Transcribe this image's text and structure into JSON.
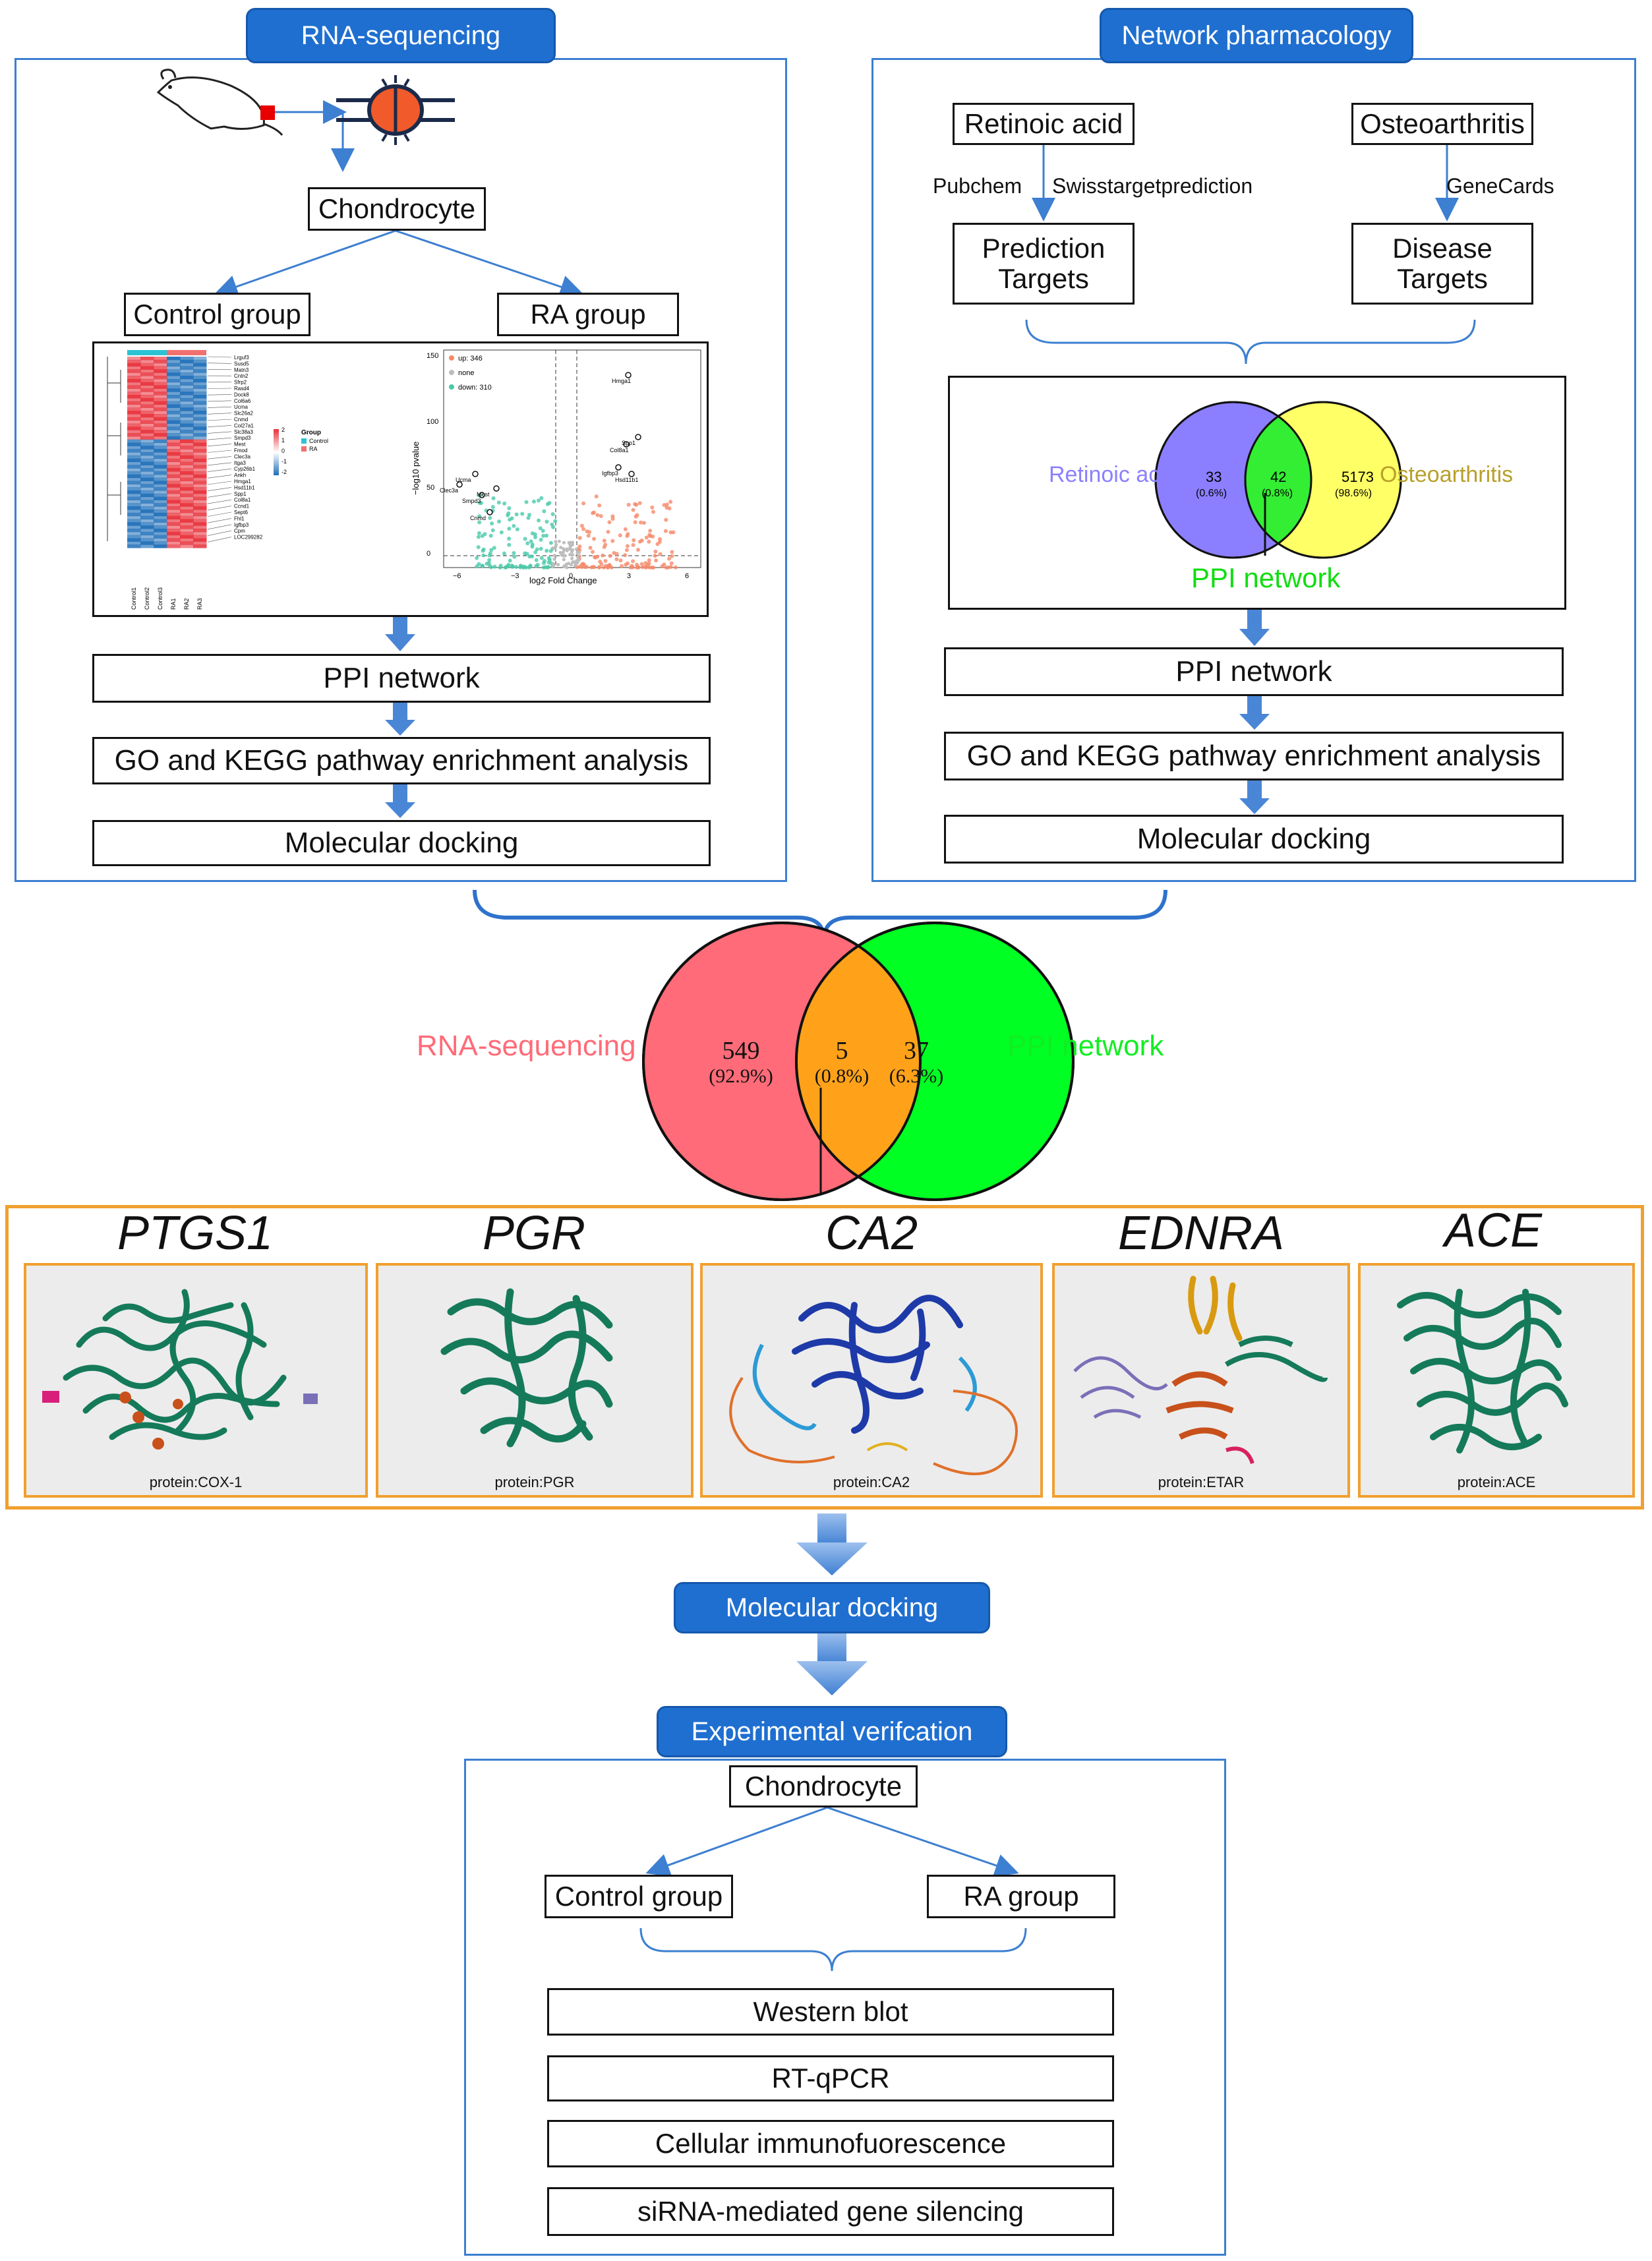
{
  "left_panel": {
    "title": "RNA-sequencing",
    "chondrocyte": "Chondrocyte",
    "control_group": "Control group",
    "ra_group": "RA group",
    "steps": [
      "PPI network",
      "GO and KEGG pathway enrichment analysis",
      "Molecular docking"
    ],
    "heatmap": {
      "legend_title": "Group",
      "legend_items": [
        "Control",
        "RA"
      ],
      "legend_scale": [
        "2",
        "1",
        "0",
        "-1",
        "-2"
      ],
      "samples": [
        "Control1",
        "Control2",
        "Control3",
        "RA1",
        "RA2",
        "RA3"
      ],
      "genes": [
        "Lrguf3",
        "Susd5",
        "Matn3",
        "Cntn2",
        "Sfrp2",
        "Rasd4",
        "Dock8",
        "Col6a6",
        "Ucma",
        "Slc26a2",
        "Cnmd",
        "Col27a1",
        "Slc38a3",
        "Smpd3",
        "Mest",
        "Fmod",
        "Clec3a",
        "Itga3",
        "Cyp26b1",
        "Ankh",
        "Hmga1",
        "Hsd11b1",
        "Spp1",
        "Col8a1",
        "Ccnd1",
        "Sept6",
        "Fhl1",
        "Igfbp3",
        "Cpm",
        "LOC299282"
      ],
      "colors": {
        "control": "#2bc3d4",
        "ra": "#f07070",
        "high": "#e8303a",
        "low": "#1f6fb8"
      }
    },
    "volcano": {
      "xlabel": "log2 Fold Change",
      "ylabel": "−log10 pvalue",
      "legend": [
        {
          "label": "up: 346",
          "color": "#f58a6a"
        },
        {
          "label": "none",
          "color": "#bdbdbd"
        },
        {
          "label": "down: 310",
          "color": "#4ac9aa"
        }
      ],
      "xticks": [
        "−6",
        "−3",
        "0",
        "3",
        "6"
      ],
      "yticks": [
        "150",
        "100",
        "50",
        "0"
      ],
      "labels": [
        "Hmga1",
        "Spp1",
        "Col8a1",
        "Igfbp3",
        "Hsd11b1",
        "Ucma",
        "Clec3a",
        "Mest",
        "Smpd3",
        "Cnmd"
      ]
    }
  },
  "right_panel": {
    "title": "Network pharmacology",
    "retinoic_acid": "Retinoic acid",
    "osteoarthritis": "Osteoarthritis",
    "pubchem": "Pubchem",
    "swiss": "Swisstargetprediction",
    "genecards": "GeneCards",
    "prediction_targets": "Prediction Targets",
    "disease_targets": "Disease Targets",
    "venn": {
      "left_label": "Retinoic acid",
      "right_label": "Osteoarthritis",
      "left_count": "33",
      "left_pct": "(0.6%)",
      "mid_count": "42",
      "mid_pct": "(0.8%)",
      "right_count": "5173",
      "right_pct": "(98.6%)",
      "bottom_label": "PPI network",
      "colors": {
        "left": "#8c7fff",
        "right": "#ffff66",
        "mid": "#33ee33"
      }
    },
    "steps": [
      "PPI network",
      "GO and KEGG pathway enrichment analysis",
      "Molecular docking"
    ]
  },
  "big_venn": {
    "left_label": "RNA-sequencing",
    "right_label": "PPI network",
    "left_count": "549",
    "left_pct": "(92.9%)",
    "mid_count": "5",
    "mid_pct": "(0.8%)",
    "right_count": "37",
    "right_pct": "(6.3%)",
    "colors": {
      "left": "#ff6b78",
      "right": "#00ff22",
      "mid": "#ffa21a",
      "left_label": "#ff6b78",
      "right_label": "#11ee22"
    }
  },
  "proteins": [
    {
      "gene": "PTGS1",
      "caption": "protein:COX-1"
    },
    {
      "gene": "PGR",
      "caption": "protein:PGR"
    },
    {
      "gene": "CA2",
      "caption": "protein:CA2"
    },
    {
      "gene": "EDNRA",
      "caption": "protein:ETAR"
    },
    {
      "gene": "ACE",
      "caption": "protein:ACE"
    }
  ],
  "molecular_docking": "Molecular docking",
  "experimental": {
    "title": "Experimental verifcation",
    "chondrocyte": "Chondrocyte",
    "control_group": "Control group",
    "ra_group": "RA group",
    "methods": [
      "Western blot",
      "RT-qPCR",
      "Cellular immunofuorescence",
      "siRNA-mediated gene silencing"
    ]
  }
}
